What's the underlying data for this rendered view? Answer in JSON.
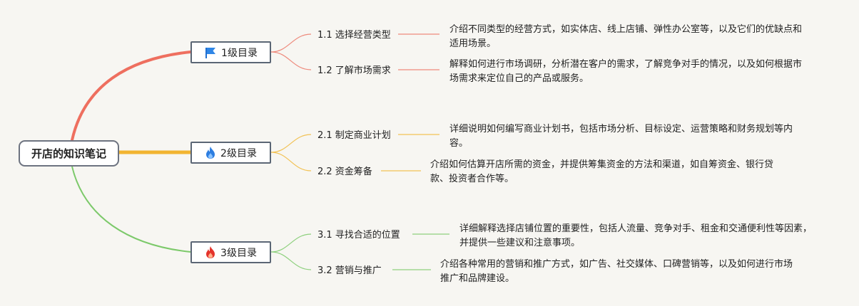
{
  "root": {
    "label": "开店的知识笔记"
  },
  "branches": [
    {
      "label": "1级目录",
      "icon": "flag-icon",
      "color": "#ee6f5f",
      "children": [
        {
          "label": "1.1 选择经营类型",
          "desc": "介绍不同类型的经营方式，如实体店、线上店铺、弹性办公室等，以及它们的优缺点和适用场景。"
        },
        {
          "label": "1.2 了解市场需求",
          "desc": "解释如何进行市场调研，分析潜在客户的需求，了解竞争对手的情况，以及如何根据市场需求来定位自己的产品或服务。"
        }
      ]
    },
    {
      "label": "2级目录",
      "icon": "blue-flame-icon",
      "color": "#f2b431",
      "children": [
        {
          "label": "2.1 制定商业计划",
          "desc": "详细说明如何编写商业计划书，包括市场分析、目标设定、运营策略和财务规划等内容。"
        },
        {
          "label": "2.2 资金筹备",
          "desc": "介绍如何估算开店所需的资金，并提供筹集资金的方法和渠道，如自筹资金、银行贷款、投资者合作等。"
        }
      ]
    },
    {
      "label": "3级目录",
      "icon": "red-flame-icon",
      "color": "#7cc96a",
      "children": [
        {
          "label": "3.1 寻找合适的位置",
          "desc": "详细解释选择店铺位置的重要性，包括人流量、竞争对手、租金和交通便利性等因素，并提供一些建议和注意事项。"
        },
        {
          "label": "3.2 营销与推广",
          "desc": "介绍各种常用的营销和推广方式，如广告、社交媒体、口碑营销等，以及如何进行市场推广和品牌建设。"
        }
      ]
    }
  ]
}
